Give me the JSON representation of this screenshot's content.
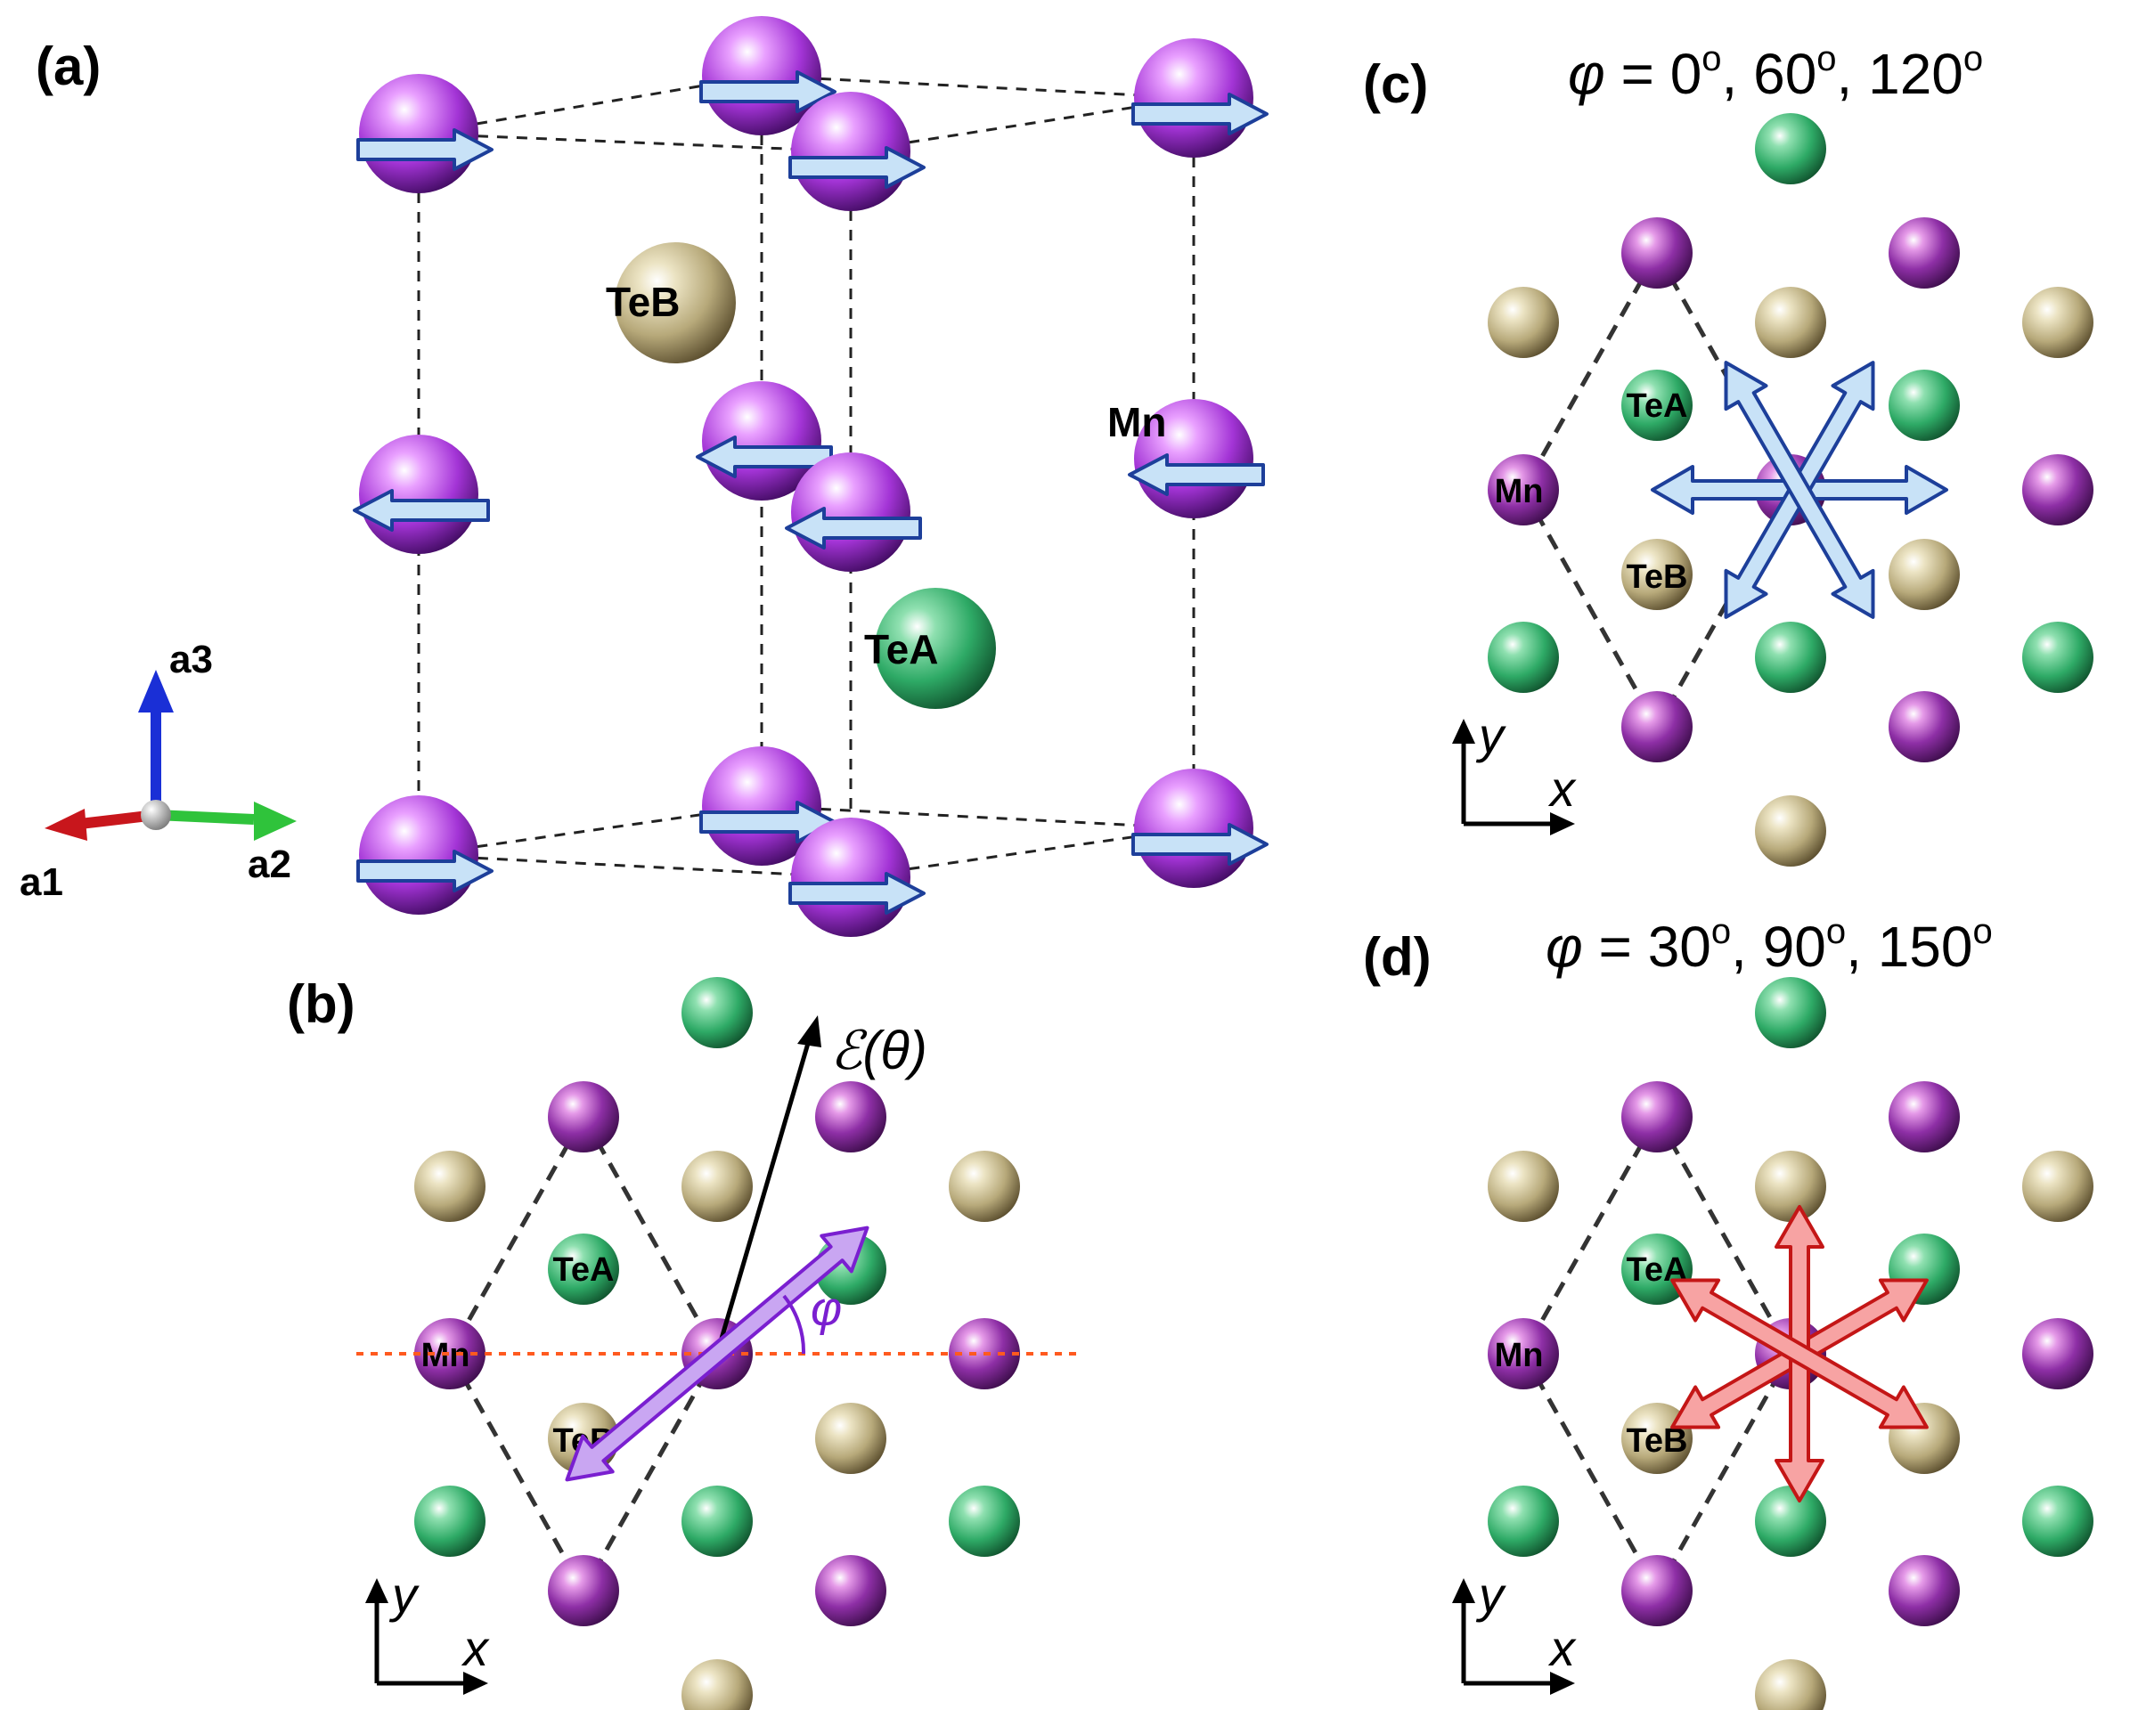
{
  "panels": {
    "a": {
      "label": "(a)"
    },
    "b": {
      "label": "(b)"
    },
    "c": {
      "label": "(c)",
      "title_prefix": "φ",
      "title_eq": " = ",
      "title_values": [
        "0",
        "60",
        "120"
      ]
    },
    "d": {
      "label": "(d)",
      "title_prefix": "φ",
      "title_eq": " = ",
      "title_values": [
        "30",
        "90",
        "150"
      ]
    }
  },
  "degree_symbol": "o",
  "atoms": {
    "mn": "Mn",
    "tea": "TeA",
    "teb": "TeB"
  },
  "lattice_axes": {
    "a1": "a1",
    "a2": "a2",
    "a3": "a3"
  },
  "plane_axes": {
    "x": "x",
    "y": "y"
  },
  "field": {
    "label": "ℰ(θ)",
    "angle_label": "φ"
  },
  "colors": {
    "mn": "#8e2fa6",
    "tea": "#2eaa66",
    "teb": "#b7a97a",
    "mn_bright": "#b14be8",
    "spin_arrow": "#c8e2f7",
    "spin_arrow_edge": "#1d3f9a",
    "field_arrow_purple": "#c9a6f2",
    "field_arrow_red": "#f7a3a3"
  }
}
